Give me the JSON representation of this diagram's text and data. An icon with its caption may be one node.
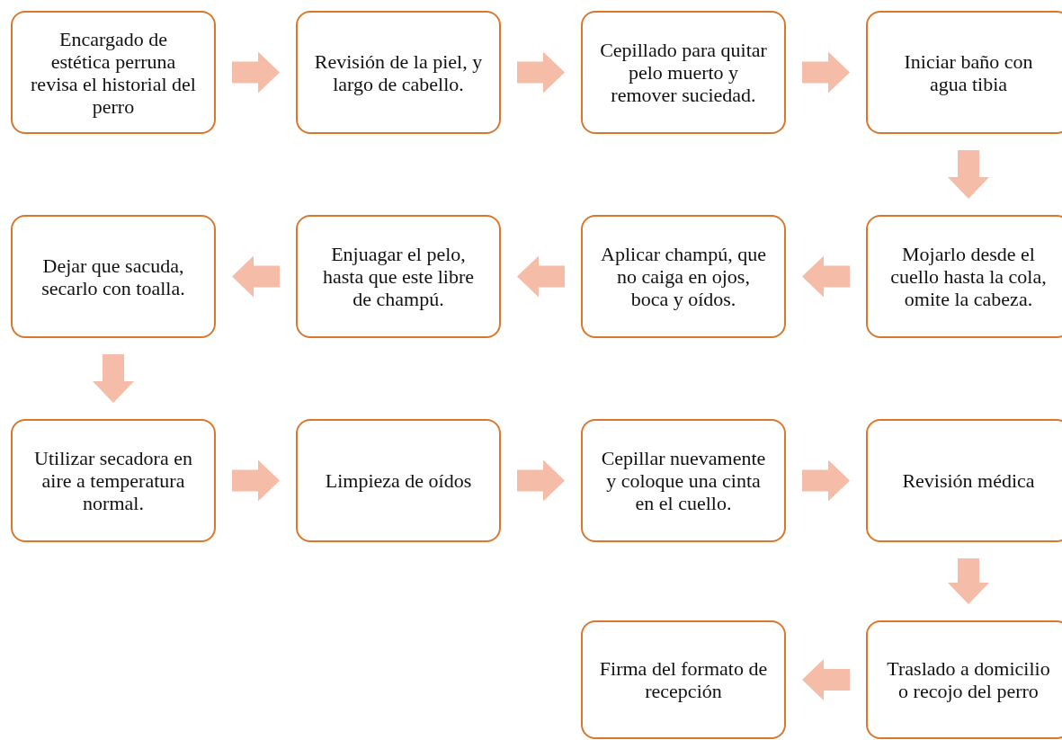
{
  "diagram": {
    "nodes": [
      {
        "text": [
          "Encargado de estética perruna revisa el historial del perro"
        ]
      },
      {
        "text": [
          "Revisión de la piel, y largo de cabello."
        ]
      },
      {
        "text": [
          "Cepillado para quitar pelo muerto y remover suciedad."
        ]
      },
      {
        "text": [
          "Iniciar baño con agua tibia"
        ]
      },
      {
        "text": [
          "Dejar que sacuda, secarlo con toalla."
        ]
      },
      {
        "text": [
          "Enjuagar el pelo, hasta que este libre de champú."
        ]
      },
      {
        "text": [
          "Aplicar champú, que no caiga en ojos, boca y oídos."
        ]
      },
      {
        "text": [
          "Mojarlo desde el cuello hasta la cola, omite la cabeza."
        ]
      },
      {
        "text": [
          "Utilizar secadora en aire a temperatura normal."
        ]
      },
      {
        "text": [
          "Limpieza de oídos"
        ]
      },
      {
        "text": [
          "Cepillar nuevamente y coloque una cinta en el cuello."
        ]
      },
      {
        "text": [
          "Revisión médica"
        ]
      },
      {
        "text": [
          "Firma del formato de recepción"
        ]
      },
      {
        "text": [
          "Traslado a domicilio o recojo del perro"
        ]
      }
    ],
    "edges": [
      {
        "from": 0,
        "to": 1,
        "arrow": "to"
      },
      {
        "from": 1,
        "to": 2,
        "arrow": "to"
      },
      {
        "from": 2,
        "to": 3,
        "arrow": "to"
      },
      {
        "from": 3,
        "to": 7,
        "arrow": "to"
      },
      {
        "from": 7,
        "to": 6,
        "arrow": "to"
      },
      {
        "from": 6,
        "to": 5,
        "arrow": "to"
      },
      {
        "from": 5,
        "to": 4,
        "arrow": "to"
      },
      {
        "from": 4,
        "to": 8,
        "arrow": "to"
      },
      {
        "from": 8,
        "to": 9,
        "arrow": "to"
      },
      {
        "from": 9,
        "to": 10,
        "arrow": "to"
      },
      {
        "from": 10,
        "to": 11,
        "arrow": "to"
      },
      {
        "from": 11,
        "to": 13,
        "arrow": "to"
      },
      {
        "from": 13,
        "to": 12,
        "arrow": "to"
      }
    ]
  }
}
